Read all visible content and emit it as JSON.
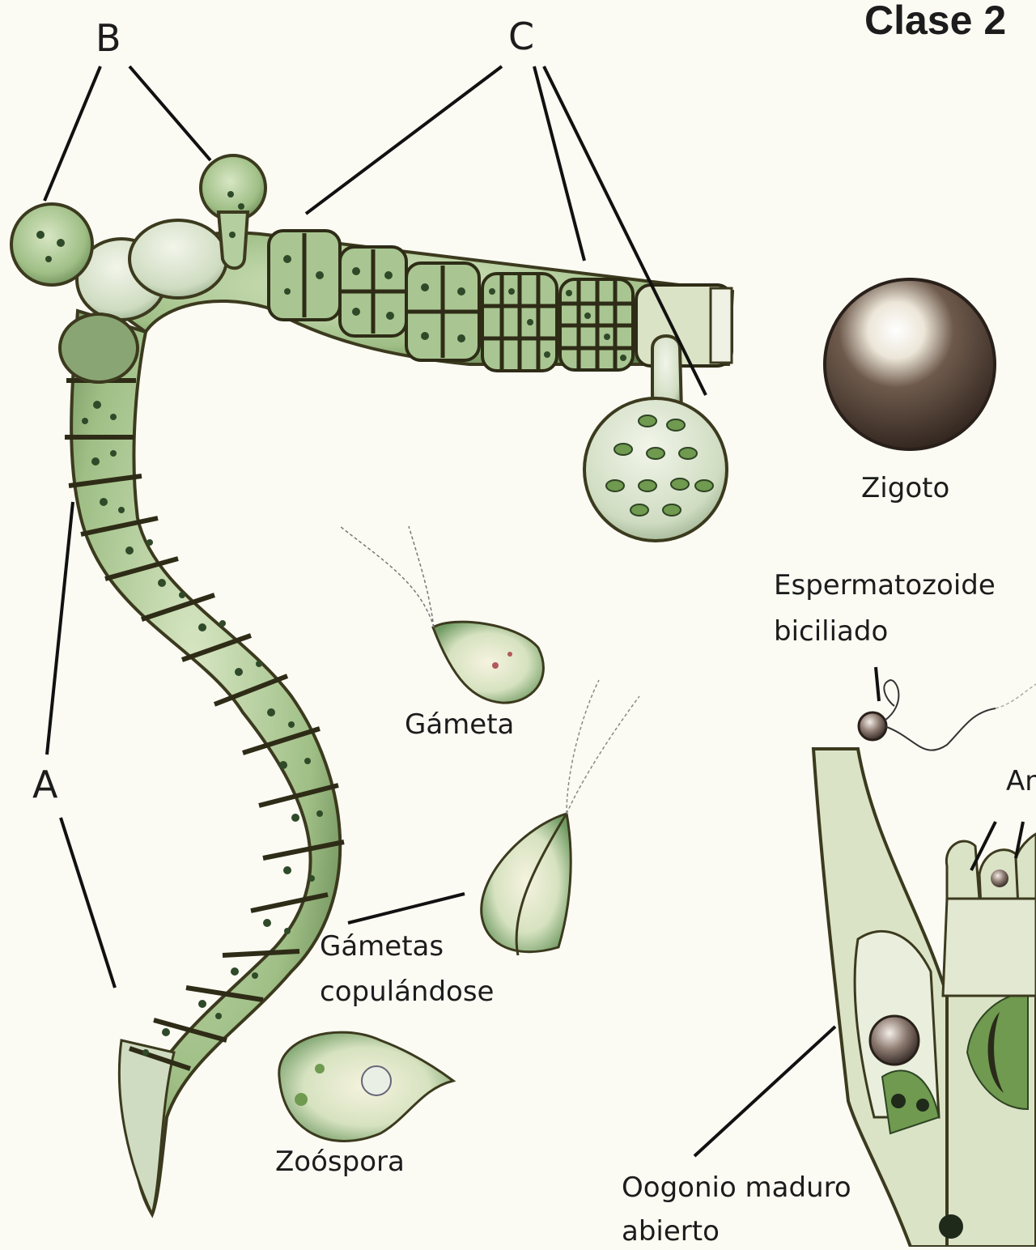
{
  "title": "Clase 2",
  "letters": {
    "a": "A",
    "b": "B",
    "c": "C"
  },
  "labels": {
    "zigoto": "Zigoto",
    "espermatozoide_line1": "Espermatozoide",
    "espermatozoide_line2": "biciliado",
    "gameta": "Gámeta",
    "gametas_line1": "Gámetas",
    "gametas_line2": "copulándose",
    "zoospora": "Zoóspora",
    "oogonio_line1": "Oogonio maduro",
    "oogonio_line2": "abierto",
    "anteridio_partial": "An"
  },
  "colors": {
    "background": "#fbfbf4",
    "cell_fill": "#b8cf9e",
    "cell_outline": "#3c3a1e",
    "chromatophore": "#3f6e3a",
    "wall_tint": "#dbe3c6",
    "zygote": "#4c3a30"
  }
}
